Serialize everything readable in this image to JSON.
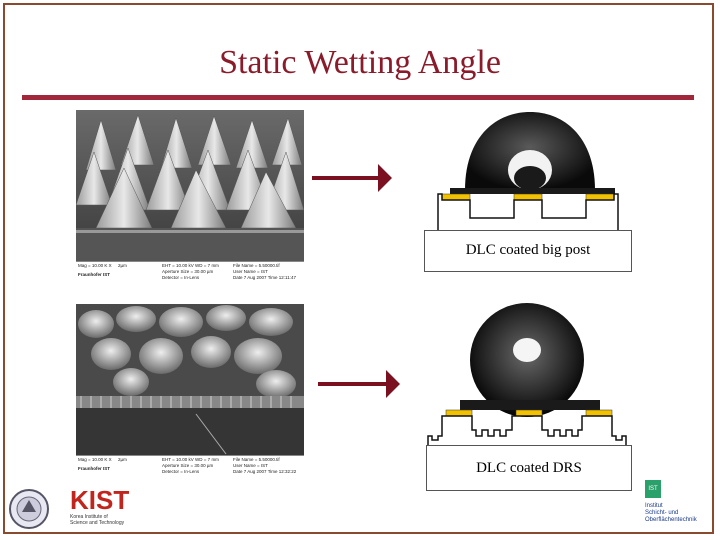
{
  "slide": {
    "title": "Static Wetting Angle"
  },
  "panels": [
    {
      "caption": "DLC coated big post",
      "sem_meta": {
        "mag": "Mag = 10.00 K X",
        "scale": "2µm",
        "brand": "Fraunhofer IST",
        "params": "EHT = 10.00 kV  WD = 7 mm",
        "params2": "Aperture Size = 30.00 µm",
        "detector": "Detector = In-Lens",
        "file": "File Name = 5.50000.tif",
        "user": "User Name = IST",
        "date": "Date 7 Aug 2007  Time 12:11:47"
      }
    },
    {
      "caption": "DLC coated DRS",
      "sem_meta": {
        "mag": "Mag = 10.00 K X",
        "scale": "2µm",
        "brand": "Fraunhofer IST",
        "params": "EHT = 10.00 kV  WD = 7 mm",
        "params2": "Aperture Size = 30.00 µm",
        "detector": "Detector = In-Lens",
        "file": "File Name = 5.50000.tif",
        "user": "User Name = IST",
        "date": "Date 7 Aug 2007  Time 12:32:22"
      }
    }
  ],
  "logos": {
    "kist_text": "KIST",
    "kist_sub1": "Korea Institute of",
    "kist_sub2": "Science and Technology",
    "ist_line1": "Institut",
    "ist_line2": "Schicht- und",
    "ist_line3": "Oberflächentechnik",
    "ist_mark": "IST"
  },
  "colors": {
    "title": "#8b1a2b",
    "rule": "#a0283a",
    "arrow": "#7a1020",
    "post_cap": "#f2c200",
    "frame": "#8a4a2f"
  }
}
